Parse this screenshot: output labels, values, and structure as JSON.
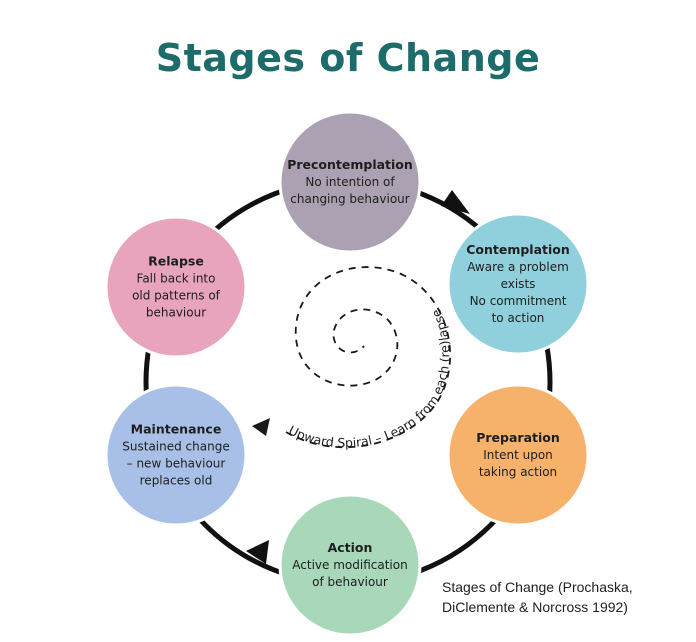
{
  "title": "Stages of Change",
  "stages": [
    {
      "name": "Precontemplation",
      "lines": [
        "No intention of",
        "changing behaviour"
      ],
      "color": "#aba1b2"
    },
    {
      "name": "Contemplation",
      "lines": [
        "Aware a problem",
        "exists",
        "No commitment",
        "to action"
      ],
      "color": "#8fd0dc"
    },
    {
      "name": "Preparation",
      "lines": [
        "Intent upon",
        "taking action"
      ],
      "color": "#f6b26b"
    },
    {
      "name": "Action",
      "lines": [
        "Active modification",
        "of behaviour"
      ],
      "color": "#a8d8b9"
    },
    {
      "name": "Maintenance",
      "lines": [
        "Sustained change",
        "– new behaviour",
        "replaces old"
      ],
      "color": "#a8c0e8"
    },
    {
      "name": "Relapse",
      "lines": [
        "Fall back into",
        "old patterns of",
        "behaviour"
      ],
      "color": "#e8a3bd"
    }
  ],
  "spiral_label": "Upward Spiral – Learn from each (re)lapse",
  "caption": [
    "Stages of Change (Prochaska,",
    "DiClemente & Norcross 1992)"
  ]
}
